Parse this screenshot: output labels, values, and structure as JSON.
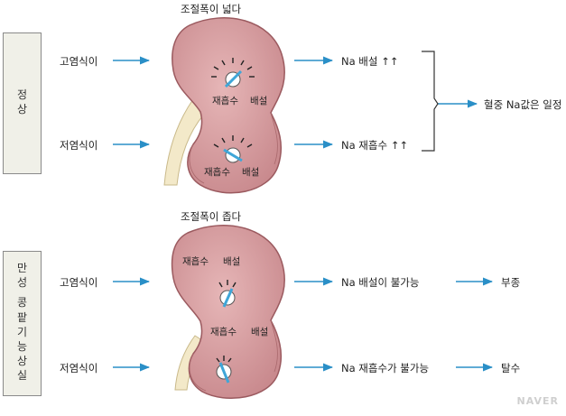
{
  "normal": {
    "section_label": [
      "정",
      "상"
    ],
    "title": "조절폭이 넓다",
    "high_salt": "고염식이",
    "low_salt": "저염식이",
    "kidney_labels_top": [
      "재흡수",
      "배설"
    ],
    "kidney_labels_bottom": [
      "재흡수",
      "배설"
    ],
    "out_high": "Na 배설 ↑↑",
    "out_low": "Na 재흡수 ↑↑",
    "result": "혈중 Na값은 일정"
  },
  "ckd": {
    "section_label": [
      "만",
      "성",
      "",
      "콩",
      "팥",
      "기",
      "능",
      "상",
      "실"
    ],
    "title": "조절폭이 좁다",
    "high_salt": "고염식이",
    "low_salt": "저염식이",
    "kidney_labels_top": [
      "재흡수",
      "배설"
    ],
    "kidney_labels_mid": [
      "재흡수",
      "배설"
    ],
    "out_high": "Na 배설이 불가능",
    "out_low": "Na 재흡수가 불가능",
    "result_high": "부종",
    "result_low": "탈수"
  },
  "watermark": "NAVER",
  "colors": {
    "arrow": "#2a8fc7",
    "kidney_fill": "#d9a0a3",
    "kidney_stroke": "#9b5a5f",
    "ureter": "#f3e9c9",
    "valve": "#3fa6d8"
  }
}
